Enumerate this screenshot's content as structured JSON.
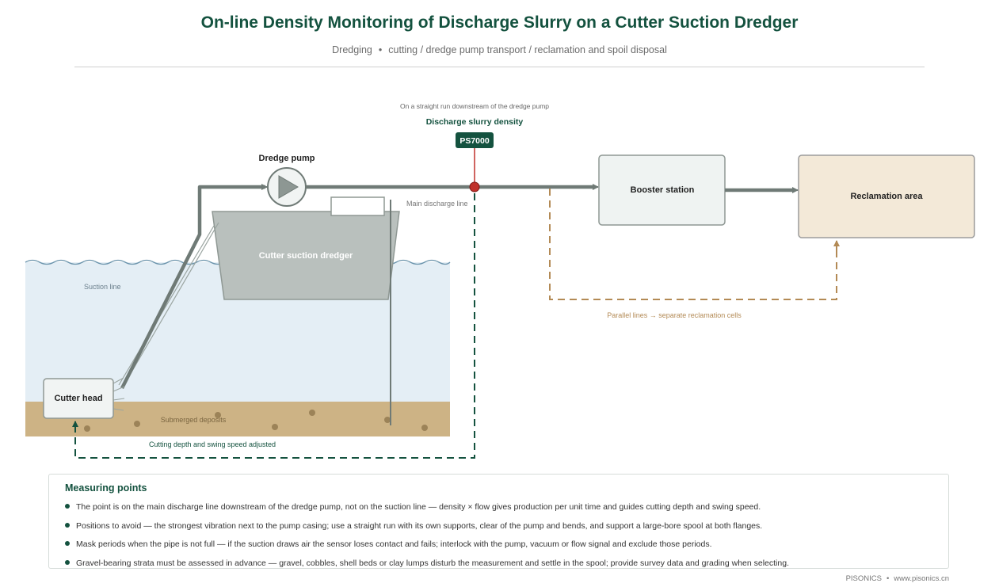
{
  "header": {
    "title": "On-line Density Monitoring of Discharge Slurry on a Cutter Suction Dredger",
    "subtitle_parts": [
      "Dredging",
      "cutting / dredge pump transport / reclamation and spoil disposal"
    ],
    "subtitle_separator": "•"
  },
  "diagram": {
    "measurement_note": "On a straight run downstream of the dredge pump",
    "measurement_title": "Discharge slurry density",
    "sensor_tag": "PS7000",
    "dredge_pump_label": "Dredge pump",
    "main_discharge_label": "Main discharge line",
    "dredger_label": "Cutter suction dredger",
    "suction_line_label": "Suction line",
    "cutter_head_label": "Cutter head",
    "deposits_label": "Submerged deposits",
    "feedback_label": "Cutting depth and swing speed adjusted",
    "booster_label": "Booster station",
    "reclamation_label": "Reclamation area",
    "parallel_label": "Parallel lines → separate reclamation cells"
  },
  "colors": {
    "brand_green": "#14523f",
    "pipe": "#6f7a76",
    "sensor_red": "#c0312b",
    "water": "#e4eef5",
    "sediment": "#cdb385",
    "reclamation_fill": "#f3e9d8",
    "parallel_line": "#b38a55"
  },
  "measuring_points": {
    "title": "Measuring points",
    "items": [
      "The point is on the main discharge line downstream of the dredge pump, not on the suction line — density × flow gives production per unit time and guides cutting depth and swing speed.",
      "Positions to avoid — the strongest vibration next to the pump casing; use a straight run with its own supports, clear of the pump and bends, and support a large-bore spool at both flanges.",
      "Mask periods when the pipe is not full — if the suction draws air the sensor loses contact and fails; interlock with the pump, vacuum or flow signal and exclude those periods.",
      "Gravel-bearing strata must be assessed in advance — gravel, cobbles, shell beds or clay lumps disturb the measurement and settle in the spool; provide survey data and grading when selecting."
    ]
  },
  "footer": {
    "brand": "PISONICS",
    "separator": "•",
    "url": "www.pisonics.cn"
  }
}
